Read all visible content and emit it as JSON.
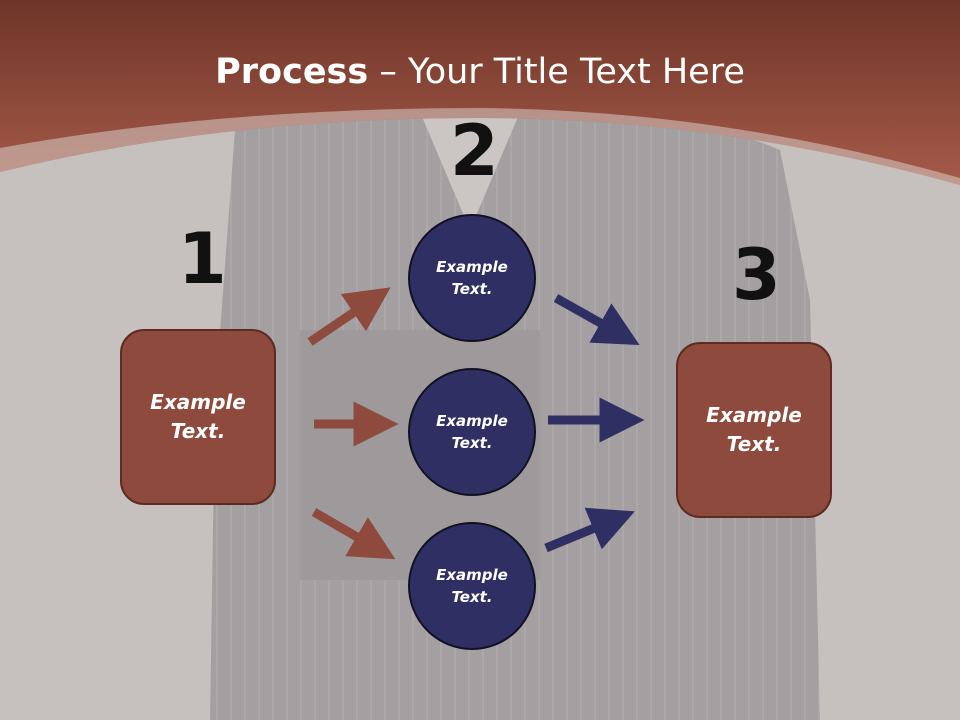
{
  "title": {
    "bold": "Process",
    "rest": " – Your Title Text Here"
  },
  "steps": {
    "one": "1",
    "two": "2",
    "three": "3"
  },
  "boxes": {
    "left": "Example Text.",
    "right": "Example Text."
  },
  "circles": {
    "top": "Example Text.",
    "middle": "Example Text.",
    "bottom": "Example Text."
  },
  "colors": {
    "brown": "#8e4a3c",
    "navy": "#2f2f63",
    "header": "#9d5546",
    "background": "#c6c1bf"
  }
}
